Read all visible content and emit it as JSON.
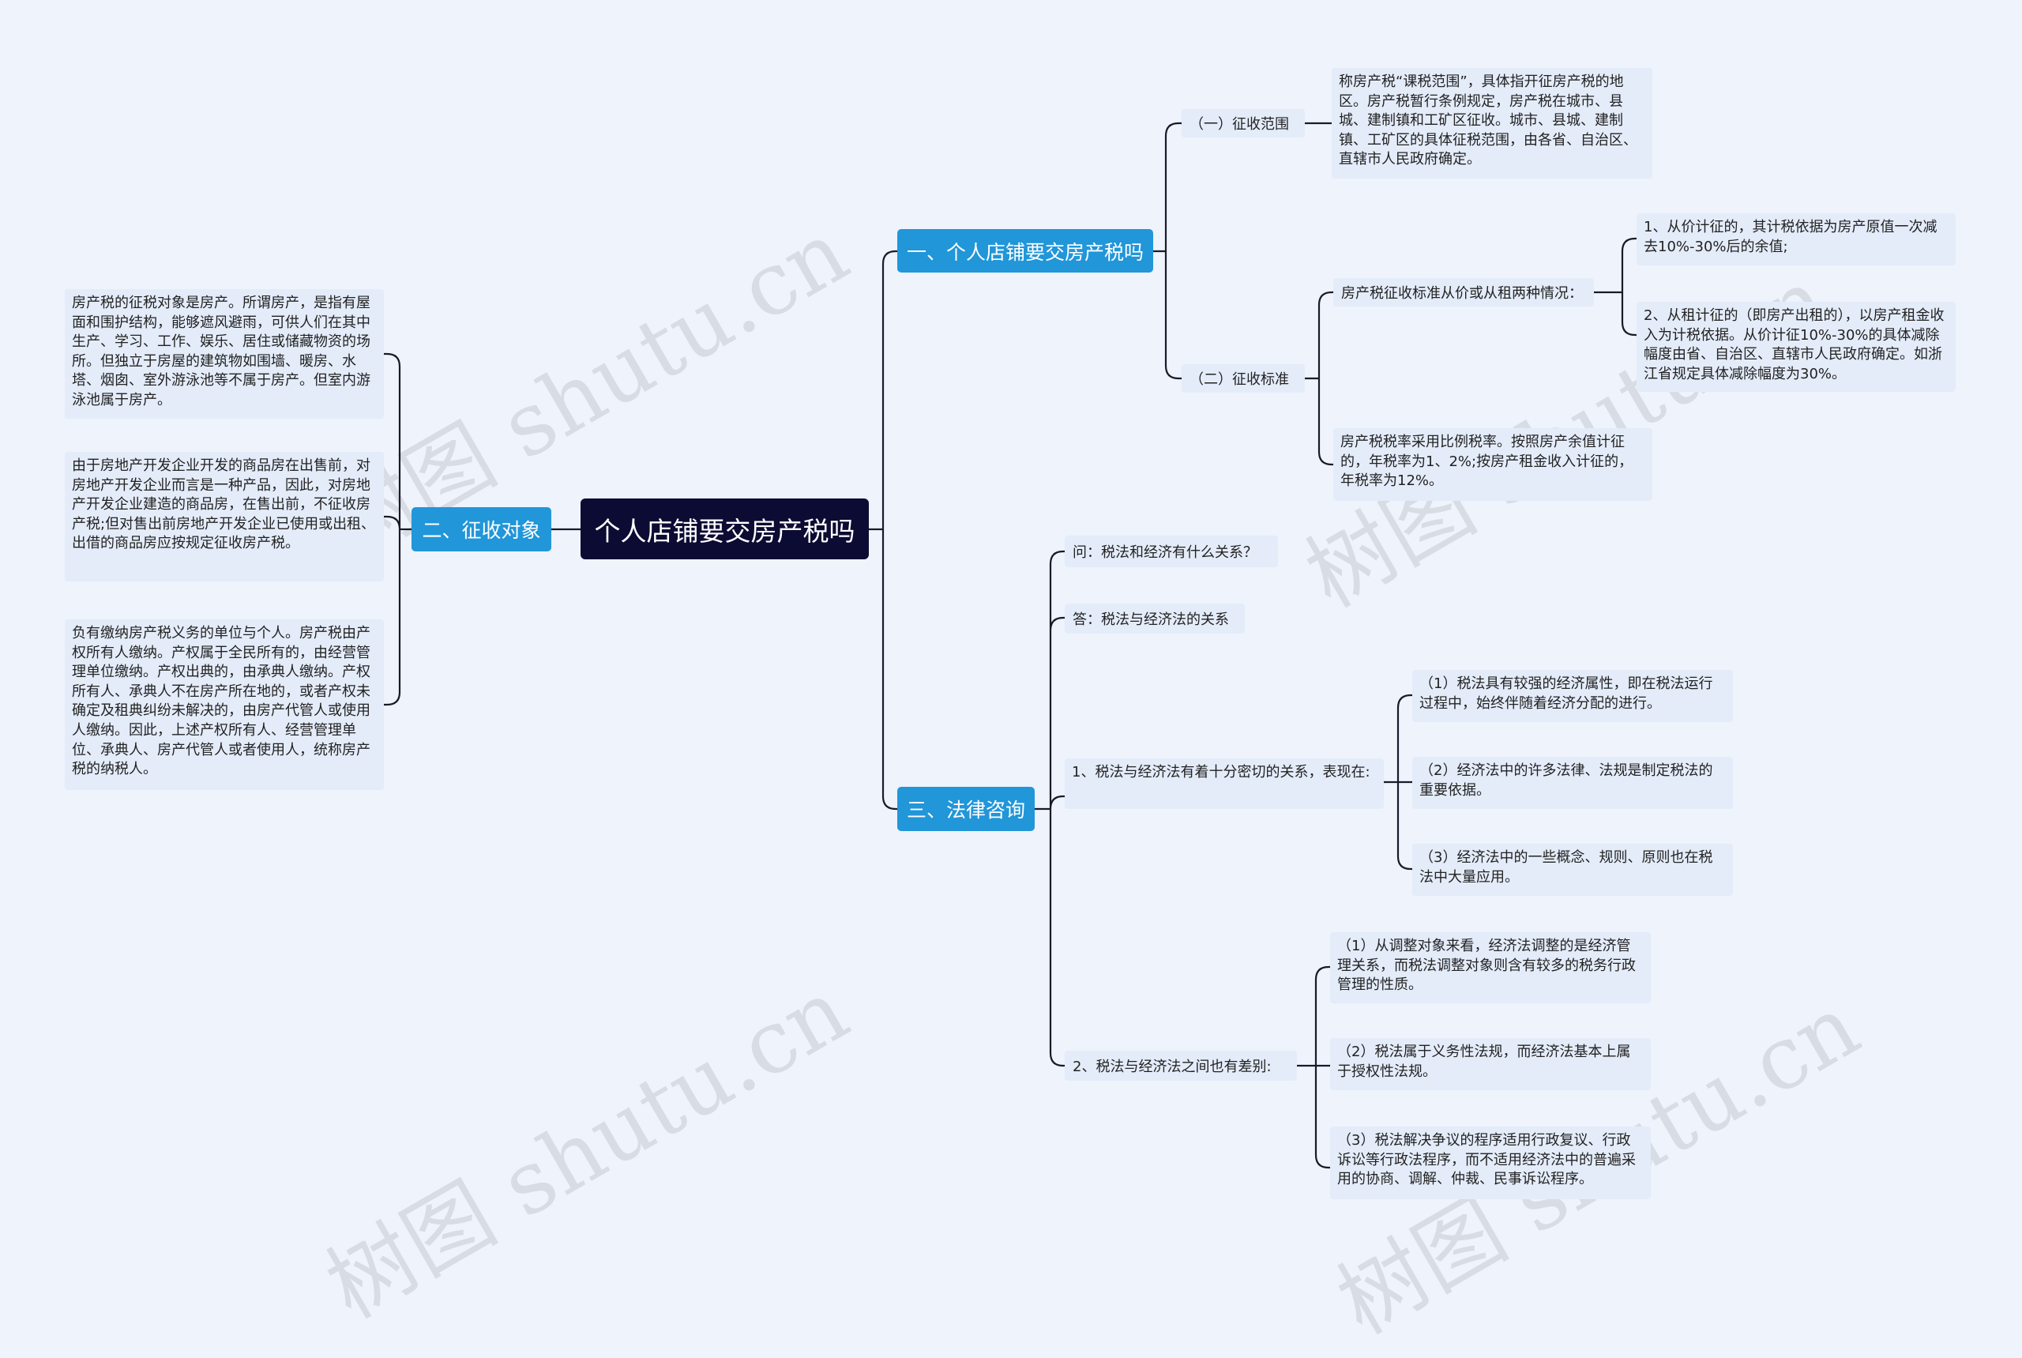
{
  "watermark": "树图 shutu.cn",
  "root": {
    "label": "个人店铺要交房产税吗"
  },
  "branch1": {
    "label": "一、个人店铺要交房产税吗",
    "scope": {
      "label": "（一）征收范围",
      "text": "称房产税“课税范围”，具体指开征房产税的地区。房产税暂行条例规定，房产税在城市、县城、建制镇和工矿区征收。城市、县城、建制镇、工矿区的具体征税范围，由各省、自治区、直辖市人民政府确定。"
    },
    "standard": {
      "label": "（二）征收标准",
      "basis": {
        "label": "房产税征收标准从价或从租两种情况：",
        "items": [
          "1、从价计征的，其计税依据为房产原值一次减去10%-30%后的余值;",
          "2、从租计征的（即房产出租的），以房产租金收入为计税依据。从价计征10%-30%的具体减除幅度由省、自治区、直辖市人民政府确定。如浙江省规定具体减除幅度为30%。"
        ]
      },
      "rate": "房产税税率采用比例税率。按照房产余值计征的，年税率为1、2%;按房产租金收入计征的，年税率为12%。"
    }
  },
  "branch2": {
    "label": "二、征收对象",
    "items": [
      "房产税的征税对象是房产。所谓房产，是指有屋面和围护结构，能够遮风避雨，可供人们在其中生产、学习、工作、娱乐、居住或储藏物资的场所。但独立于房屋的建筑物如围墙、暖房、水塔、烟囱、室外游泳池等不属于房产。但室内游泳池属于房产。",
      "由于房地产开发企业开发的商品房在出售前，对房地产开发企业而言是一种产品，因此，对房地产开发企业建造的商品房，在售出前，不征收房产税;但对售出前房地产开发企业已使用或出租、出借的商品房应按规定征收房产税。",
      "负有缴纳房产税义务的单位与个人。房产税由产权所有人缴纳。产权属于全民所有的，由经营管理单位缴纳。产权出典的，由承典人缴纳。产权所有人、承典人不在房产所在地的，或者产权未确定及租典纠纷未解决的，由房产代管人或使用人缴纳。因此，上述产权所有人、经营管理单位、承典人、房产代管人或者使用人，统称房产税的纳税人。"
    ]
  },
  "branch3": {
    "label": "三、法律咨询",
    "question": "问：税法和经济有什么关系？",
    "answer": "答：税法与经济法的关系",
    "point1": {
      "label": "1、税法与经济法有着十分密切的关系，表现在:",
      "items": [
        "（1）税法具有较强的经济属性，即在税法运行过程中，始终伴随着经济分配的进行。",
        "（2）经济法中的许多法律、法规是制定税法的重要依据。",
        "（3）经济法中的一些概念、规则、原则也在税法中大量应用。"
      ]
    },
    "point2": {
      "label": "2、税法与经济法之间也有差别:",
      "items": [
        "（1）从调整对象来看，经济法调整的是经济管理关系，而税法调整对象则含有较多的税务行政管理的性质。",
        "（2）税法属于义务性法规，而经济法基本上属于授权性法规。",
        "（3）税法解决争议的程序适用行政复议、行政诉讼等行政法程序，而不适用经济法中的普遍采用的协商、调解、仲裁、民事诉讼程序。"
      ]
    }
  },
  "colors": {
    "root": "#0b0b33",
    "branch": "#2196d9",
    "topic": "#e4ecfa",
    "line": "#1a1a2a"
  }
}
